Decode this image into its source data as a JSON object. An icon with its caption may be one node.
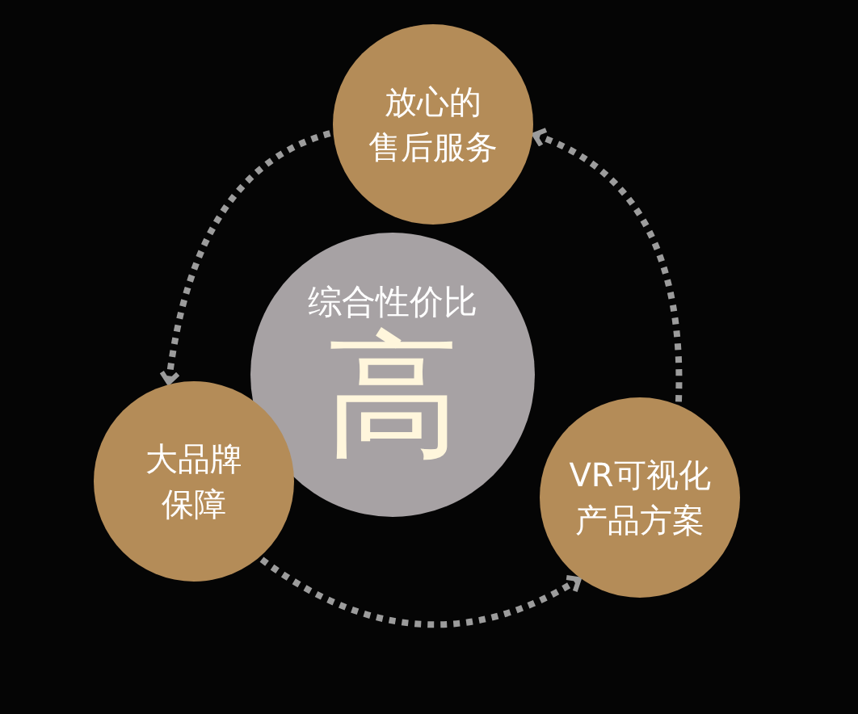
{
  "diagram": {
    "nodes": [
      {
        "text": [
          "综合性价比",
          "高"
        ]
      },
      {
        "text": [
          "放心的售后服务"
        ]
      },
      {
        "text": [
          "大品牌保障"
        ]
      },
      {
        "text": [
          "VR可视化产品方案"
        ]
      }
    ],
    "edges": [
      {
        "from": 1,
        "to": 2,
        "arrow": "to",
        "style": "dashed"
      },
      {
        "from": 2,
        "to": 3,
        "arrow": "to",
        "style": "dashed"
      },
      {
        "from": 3,
        "to": 1,
        "arrow": "to",
        "style": "dashed"
      }
    ]
  }
}
